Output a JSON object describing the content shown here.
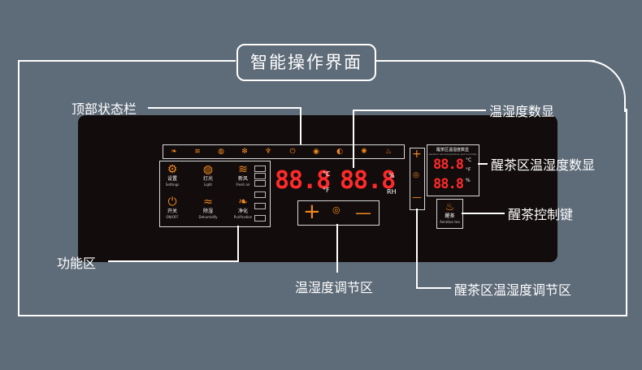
{
  "title": "智能操作界面",
  "callouts": {
    "status_bar": "顶部状态栏",
    "temp_humidity_display": "温湿度数显",
    "tea_temp_humidity_display": "醒茶区温湿度数显",
    "tea_control_key": "醒茶控制键",
    "function_area": "功能区",
    "temp_humidity_adjust": "温湿度调节区",
    "tea_temp_humidity_adjust": "醒茶区温湿度调节区"
  },
  "status_icons": [
    "leaf-icon",
    "fan-icon",
    "bulb-icon",
    "snowflake-icon",
    "water-icon",
    "power-icon",
    "target-icon",
    "drop-icon",
    "sun-icon",
    "steam-icon"
  ],
  "functions": [
    {
      "cn": "设置",
      "en": "Settings",
      "icon": "gear-icon"
    },
    {
      "cn": "灯光",
      "en": "Light",
      "icon": "bulb-icon"
    },
    {
      "cn": "新风",
      "en": "Fresh air",
      "icon": "wind-icon"
    },
    {
      "cn": "开关",
      "en": "ON/OFF",
      "icon": "power-icon"
    },
    {
      "cn": "除湿",
      "en": "Dehumidify",
      "icon": "waves-icon"
    },
    {
      "cn": "净化",
      "en": "Purification",
      "icon": "leaf-icon"
    }
  ],
  "main_display": {
    "temp": "88.8",
    "humidity": "88.8",
    "unit_c": "°C",
    "unit_f": "°F",
    "unit_pct": "%",
    "unit_rh": "RH"
  },
  "adjust": {
    "plus": "+",
    "minus": "—"
  },
  "tea_display": {
    "header": "醒茶区温湿度数显",
    "subheader": "Aeration tea temperature and humidity",
    "temp": "88.8",
    "humidity": "88.8",
    "unit_c": "°C",
    "unit_f": "°F",
    "unit_pct": "%"
  },
  "tea_key": {
    "cn": "醒茶",
    "en": "Aeration tea"
  },
  "accent_color": "#f28a1e",
  "display_color": "#ff2a2a"
}
